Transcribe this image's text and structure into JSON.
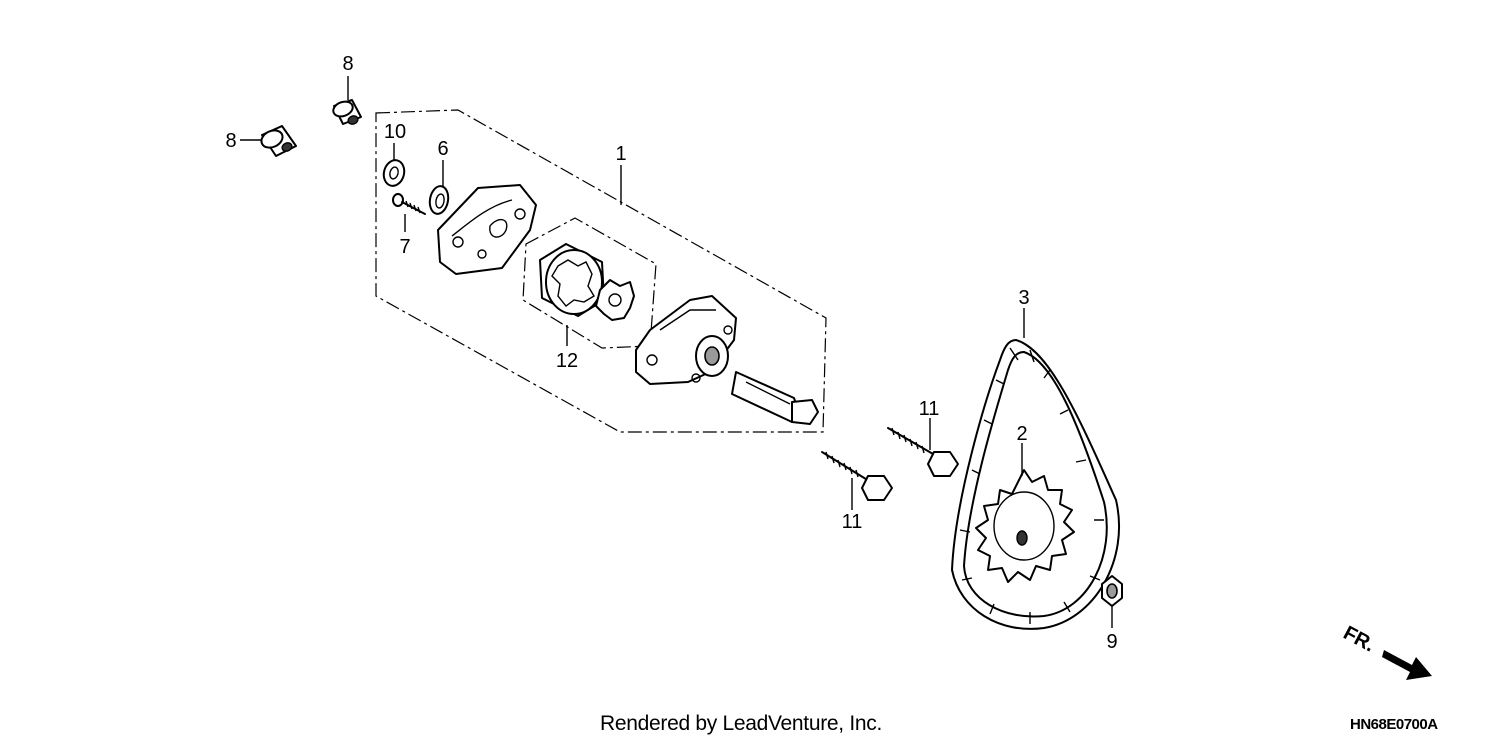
{
  "callouts": {
    "c1": "1",
    "c2": "2",
    "c3": "3",
    "c6": "6",
    "c7": "7",
    "c8a": "8",
    "c8b": "8",
    "c9": "9",
    "c10": "10",
    "c11a": "11",
    "c11b": "11",
    "c12": "12"
  },
  "direction_label": "FR.",
  "credit": "Rendered by LeadVenture, Inc.",
  "diagram_code": "HN68E0700A"
}
